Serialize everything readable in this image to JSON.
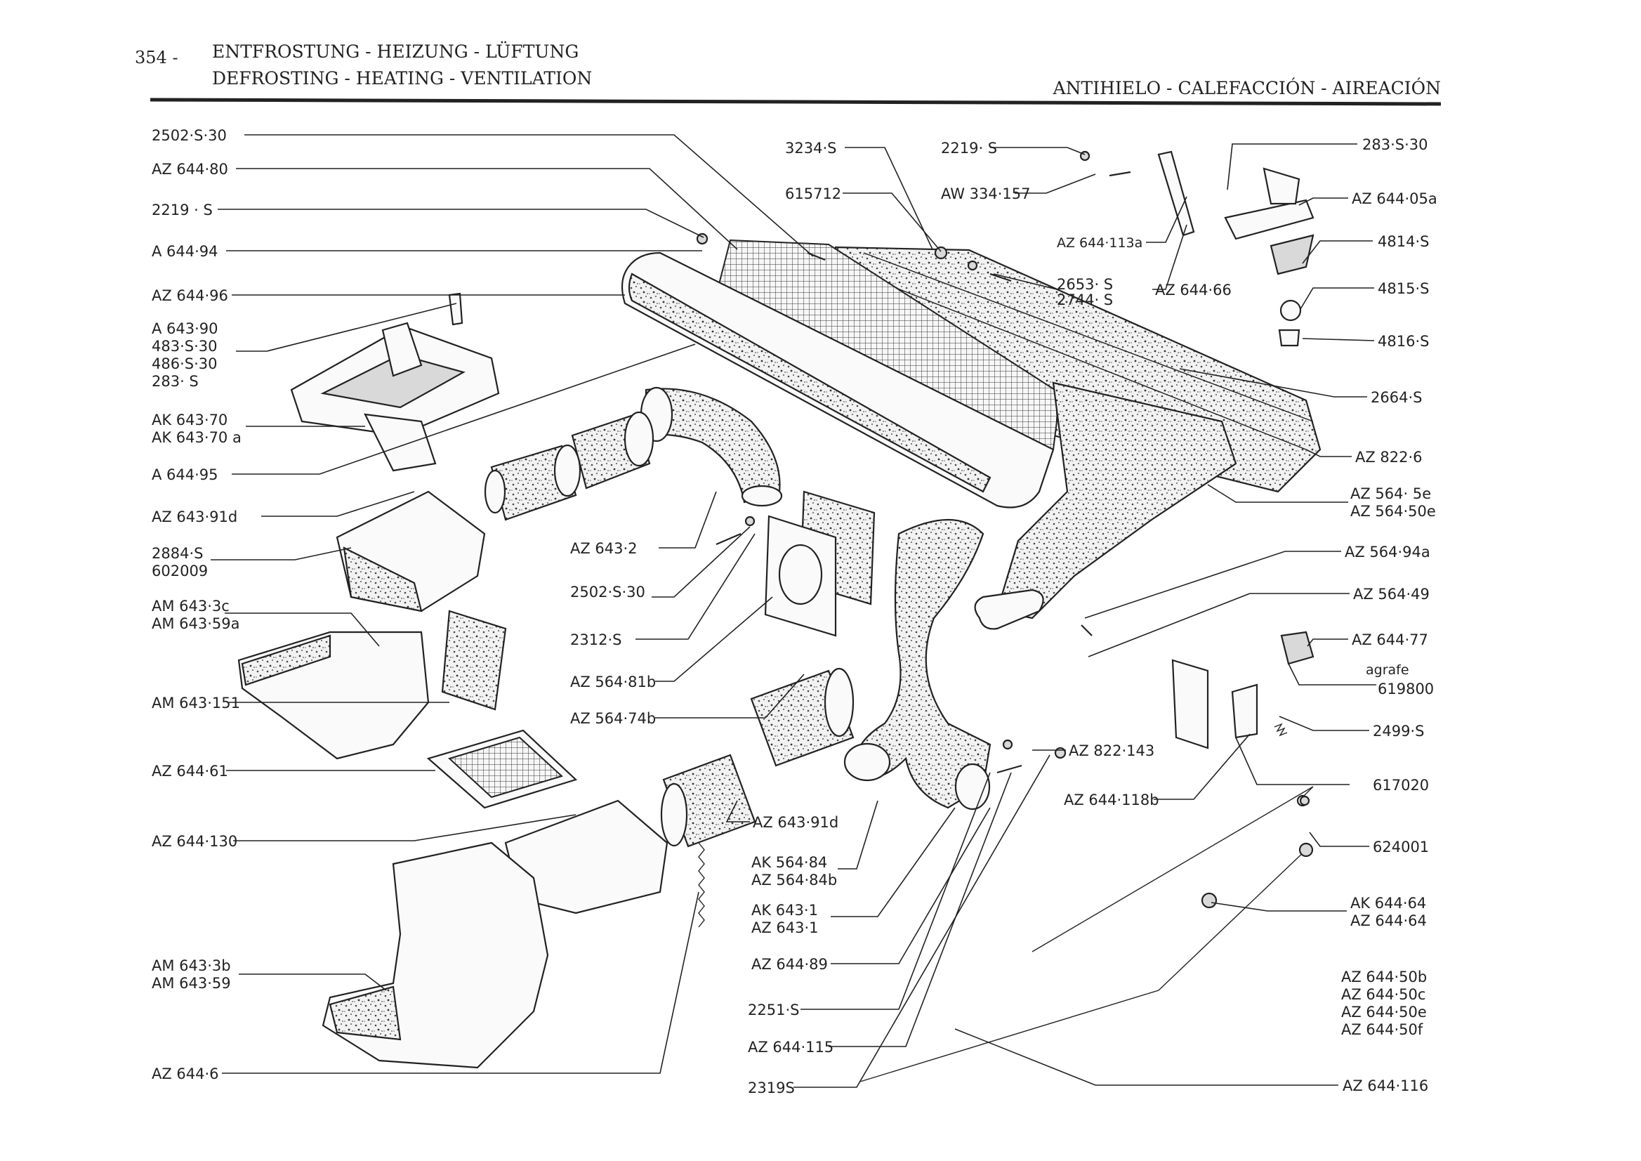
{
  "header": {
    "page_number": "354 -",
    "title_de": "ENTFROSTUNG - HEIZUNG - LÜFTUNG",
    "title_en": "DEFROSTING - HEATING - VENTILATION",
    "title_es": "ANTIHIELO - CALEFACCIÓN - AIREACIÓN"
  },
  "labels": {
    "l_2502s30_a": "2502·S·30",
    "l_az64480": "AZ 644·80",
    "l_2219s_a": "2219 · S",
    "l_a64494": "A 644·94",
    "l_az64496": "AZ 644·96",
    "l_a64390_1": "A 643·90",
    "l_a64390_2": "483·S·30",
    "l_a64390_3": "486·S·30",
    "l_a64390_4": "283· S",
    "l_ak64370_1": "AK 643·70",
    "l_ak64370_2": "AK 643·70 a",
    "l_a64495": "A 644·95",
    "l_az64391d": "AZ 643·91d",
    "l_2884s_1": "2884·S",
    "l_2884s_2": "602009",
    "l_am6433c_1": "AM 643·3c",
    "l_am6433c_2": "AM 643·59a",
    "l_am643151": "AM 643·151",
    "l_az64461": "AZ 644·61",
    "l_az644130": "AZ 644·130",
    "l_am6433b_1": "AM 643·3b",
    "l_am6433b_2": "AM 643·59",
    "l_az6446": "AZ 644·6",
    "l_3234s": "3234·S",
    "l_615712": "615712",
    "l_2219s_b": "2219· S",
    "l_aw334157": "AW 334·157",
    "l_az644113a": "AZ 644·113a",
    "l_2653s_1": "2653· S",
    "l_2653s_2": "2744· S",
    "l_az64466": "AZ 644·66",
    "l_az6432": "AZ 643·2",
    "l_2502s30_b": "2502·S·30",
    "l_2312s": "2312·S",
    "l_az56481b": "AZ 564·81b",
    "l_az56474b": "AZ 564·74b",
    "l_az64391d_b": "AZ 643·91d",
    "l_ak56484_1": "AK 564·84",
    "l_ak56484_2": "AZ 564·84b",
    "l_ak6431_1": "AK 643·1",
    "l_ak6431_2": "AZ 643·1",
    "l_az64489": "AZ 644·89",
    "l_2251s": "2251·S",
    "l_az644115": "AZ 644·115",
    "l_2319s": "2319S",
    "l_az822143": "AZ 822·143",
    "l_az644118b": "AZ 644·118b",
    "l_283s30": "283·S·30",
    "l_az64405a": "AZ 644·05a",
    "l_4814s": "4814·S",
    "l_4815s": "4815·S",
    "l_4816s": "4816·S",
    "l_2664s": "2664·S",
    "l_az8226": "AZ 822·6",
    "l_az5645e_1": "AZ 564· 5e",
    "l_az5645e_2": "AZ 564·50e",
    "l_az56494a": "AZ 564·94a",
    "l_az56449": "AZ 564·49",
    "l_az64477": "AZ 644·77",
    "l_agrafe_1": "agrafe",
    "l_agrafe_2": "619800",
    "l_2499s": "2499·S",
    "l_617020": "617020",
    "l_624001": "624001",
    "l_ak64464_1": "AK 644·64",
    "l_ak64464_2": "AZ 644·64",
    "l_az64450_1": "AZ 644·50b",
    "l_az64450_2": "AZ 644·50c",
    "l_az64450_3": "AZ 644·50e",
    "l_az64450_4": "AZ 644·50f",
    "l_az644116": "AZ 644·116"
  }
}
